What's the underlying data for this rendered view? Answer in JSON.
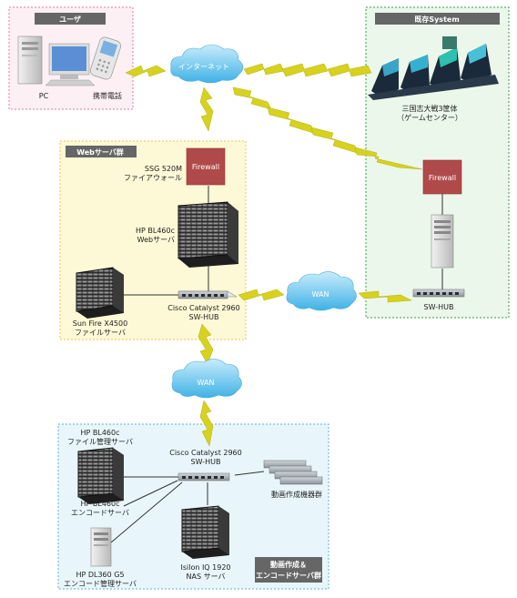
{
  "groups": {
    "user": "ユーザ",
    "existing": "既存System",
    "web": "Webサーバ群",
    "video": [
      "動画作成＆",
      "エンコードサーバ群"
    ]
  },
  "clouds": {
    "internet": "インターネット",
    "wan1": "WAN",
    "wan2": "WAN"
  },
  "firewalls": {
    "web": "Firewall",
    "existing": "Firewall"
  },
  "labels": {
    "pc": "PC",
    "phone": "携帯電話",
    "arcade": [
      "三国志大戦3筐体",
      "（ゲームセンター）"
    ],
    "ssg": [
      "SSG 520M",
      "ファイアウォール"
    ],
    "hp_web": [
      "HP BL460c",
      "Webサーバ"
    ],
    "sunfire": [
      "Sun Fire X4500",
      "ファイルサーバ"
    ],
    "cisco_web": [
      "Cisco Catalyst 2960",
      "SW-HUB"
    ],
    "swhub_existing": "SW-HUB",
    "hp_file": [
      "HP BL460c",
      "ファイル管理サーバ"
    ],
    "cisco_video": [
      "Cisco Catalyst 2960",
      "SW-HUB"
    ],
    "video_devices": "動画作成機器群",
    "hp_encode": [
      "HP BL460c",
      "エンコードサーバ"
    ],
    "hp_dl360": [
      "HP DL360 G5",
      "エンコード管理サーバ"
    ],
    "isilon": [
      "Isilon IQ 1920",
      "NAS サーバ"
    ]
  },
  "colors": {
    "user_bg": "#fdf0f4",
    "user_border": "#e0789a",
    "existing_bg": "#eaf7ea",
    "existing_border": "#3a9a4a",
    "web_bg": "#fdf8d6",
    "web_border": "#e6c84a",
    "video_bg": "#e8f6fb",
    "video_border": "#5ab0d6",
    "header": "#666666",
    "firewall": "#b04a4a",
    "bolt": "#d6d21e",
    "cloud": "#5cc0ec"
  }
}
